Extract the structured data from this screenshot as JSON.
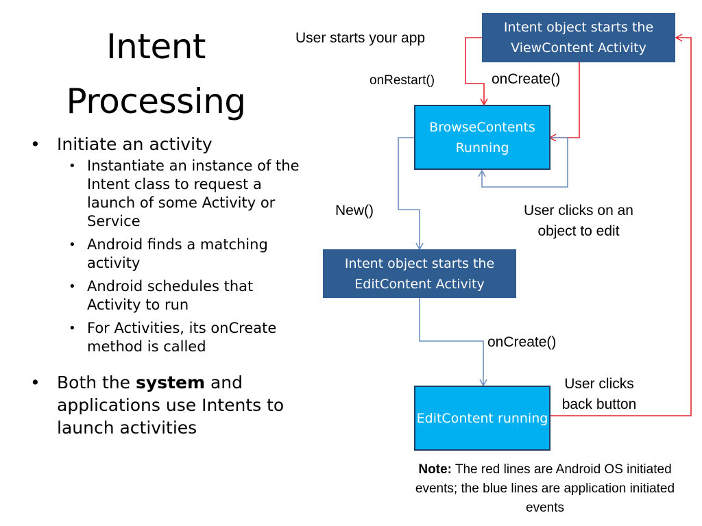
{
  "title": {
    "line1": "Intent",
    "line2": "Processing"
  },
  "bullets": [
    {
      "text": "Initiate an activity",
      "sub": [
        "Instantiate an instance of the Intent class to request a launch of some Activity or Service",
        "Android finds a matching activity",
        "Android schedules that Activity to run",
        "For Activities, its onCreate method is called"
      ]
    },
    {
      "text_before": "Both the ",
      "text_bold": "system",
      "text_after": " and applications use Intents to launch activities"
    }
  ],
  "diagram": {
    "nodes": {
      "view_content_intent": "Intent object starts the ViewContent Activity",
      "browse_running": "BrowseContents Running",
      "edit_content_intent": "Intent object starts the EditContent Activity",
      "edit_running": "EditContent running"
    },
    "labels": {
      "user_starts_app": "User starts your app",
      "on_restart": "onRestart()",
      "on_create_top": "onCreate()",
      "new": "New()",
      "user_clicks_object": "User clicks on an object to edit",
      "on_create_bottom": "onCreate()",
      "user_clicks_back": "User clicks back button"
    },
    "colors": {
      "os_event_line": "#e2262f",
      "app_event_line": "#6a8fbf",
      "dark_box": "#2f5d91",
      "light_box": "#00b0f0"
    }
  },
  "note": {
    "bold": "Note:",
    "text": " The red lines are Android OS initiated events; the blue lines are application initiated events"
  }
}
